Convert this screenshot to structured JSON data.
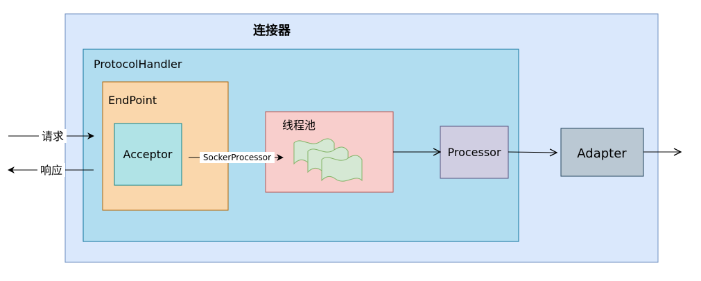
{
  "diagram": {
    "connector": {
      "label": "连接器"
    },
    "protocol_handler": {
      "label": "ProtocolHandler"
    },
    "endpoint": {
      "label": "EndPoint"
    },
    "acceptor": {
      "label": "Acceptor"
    },
    "thread_pool": {
      "label": "线程池"
    },
    "processor": {
      "label": "Processor"
    },
    "adapter": {
      "label": "Adapter"
    },
    "edges": {
      "request": "请求",
      "response": "响应",
      "socket_processor": "SockerProcessor"
    }
  }
}
